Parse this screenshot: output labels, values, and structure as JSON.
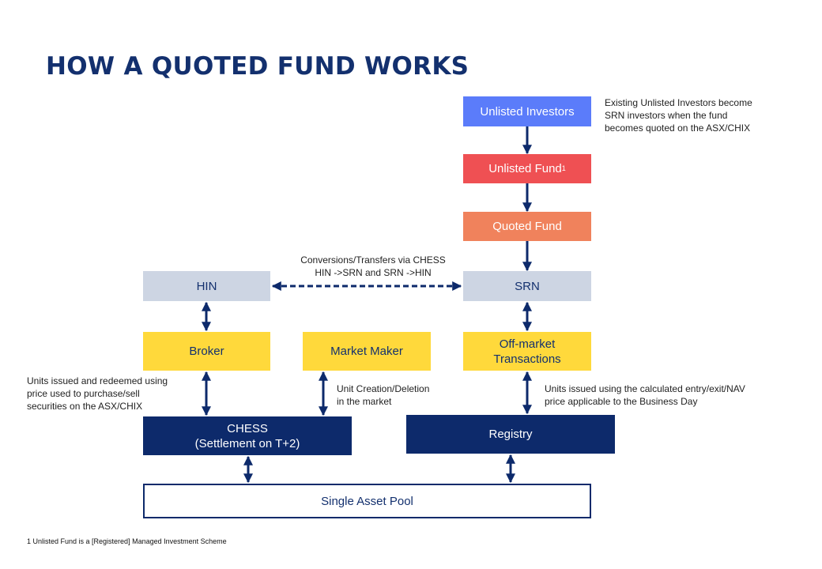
{
  "title": "HOW A QUOTED FUND WORKS",
  "boxes": {
    "unlisted_investors": "Unlisted Investors",
    "unlisted_fund": "Unlisted Fund",
    "unlisted_fund_footnote_marker": "1",
    "quoted_fund": "Quoted Fund",
    "hin": "HIN",
    "srn": "SRN",
    "broker": "Broker",
    "market_maker": "Market Maker",
    "off_market_line1": "Off-market",
    "off_market_line2": "Transactions",
    "chess_line1": "CHESS",
    "chess_line2": "(Settlement on T+2)",
    "registry": "Registry",
    "single_asset_pool": "Single Asset Pool"
  },
  "notes": {
    "existing_investors": [
      "Existing Unlisted Investors become",
      "SRN investors when the fund",
      "becomes quoted on the ASX/CHIX"
    ],
    "conversions": [
      "Conversions/Transfers via CHESS",
      "HIN ->SRN and SRN ->HIN"
    ],
    "units_broker": [
      "Units issued and redeemed using",
      "price used to purchase/sell",
      "securities on the ASX/CHIX"
    ],
    "unit_creation": [
      "Unit Creation/Deletion",
      "in the market"
    ],
    "units_registry": [
      "Units issued using the calculated entry/exit/NAV",
      "price applicable to the Business Day"
    ]
  },
  "footnote": "1 Unlisted Fund is a [Registered] Managed Investment Scheme",
  "colors": {
    "navy": "#0d2a6b",
    "blue": "#5b7cfa",
    "red": "#ef5053",
    "orange": "#f0825c",
    "grey": "#cdd5e3",
    "yellow": "#ffd93b"
  }
}
